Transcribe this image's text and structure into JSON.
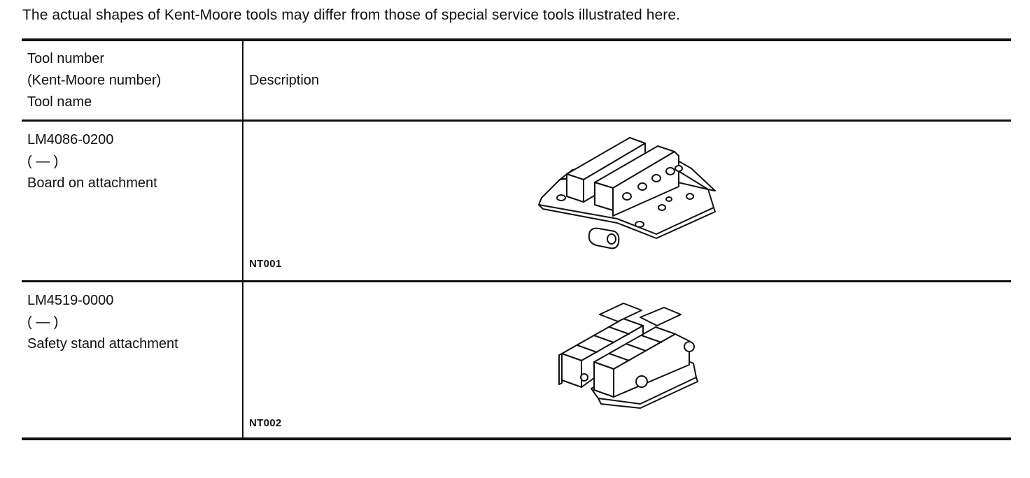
{
  "note": "The actual shapes of Kent-Moore tools may differ from those of special service tools illustrated here.",
  "table": {
    "header": {
      "tool_lines": [
        "Tool number",
        "(Kent-Moore number)",
        "Tool name"
      ],
      "description": "Description"
    },
    "rows": [
      {
        "tool_number": "LM4086-0200",
        "kent_moore": "(   —   )",
        "tool_name": "Board on attachment",
        "figure_code": "NT001"
      },
      {
        "tool_number": "LM4519-0000",
        "kent_moore": "(   —   )",
        "tool_name": "Safety stand attachment",
        "figure_code": "NT002"
      }
    ]
  }
}
